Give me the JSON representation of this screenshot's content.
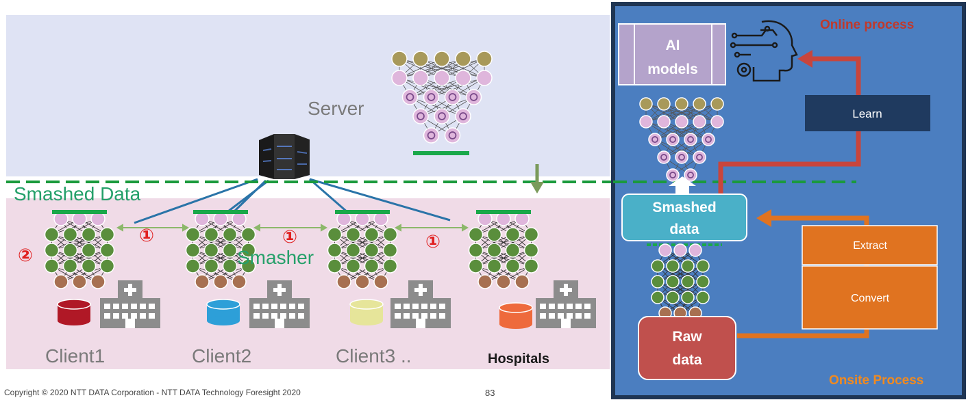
{
  "left": {
    "server_label": "Server",
    "smashed_data_label": "Smashed Data",
    "smasher_label": "Smasher",
    "clients": [
      "Client1",
      "Client2",
      "Client3 .."
    ],
    "hospitals_label": "Hospitals",
    "step1_marker": "①",
    "step2_marker": "②"
  },
  "right": {
    "online_process": "Online process",
    "onsite_process": "Onsite Process",
    "ai_models": [
      "AI",
      "models"
    ],
    "learn": "Learn",
    "smashed_data": [
      "Smashed",
      "data"
    ],
    "extract": "Extract",
    "convert": "Convert",
    "raw_data": [
      "Raw",
      "data"
    ]
  },
  "footer": {
    "copyright": "Copyright © 2020 NTT DATA Corporation - NTT DATA Technology Foresight 2020",
    "page_number": "83"
  },
  "colors": {
    "server_zone": "#dfe3f4",
    "client_zone": "#f0dbe7",
    "panel_bg": "#4b7ec0",
    "panel_border": "#1f3553",
    "dashed_line": "#1a9a3c",
    "learn_box": "#1f3a5f",
    "orange": "#e07320",
    "red_arrow": "#c8453c",
    "smashed_box": "#4ab0c8",
    "raw_box": "#c0504d",
    "ai_box": "#b4a3cb",
    "online_text": "#c0392b",
    "onsite_text": "#f08a20",
    "node_olive": "#a8995a",
    "node_pink": "#dfb6dc",
    "node_green": "#5a8e3c",
    "node_brown": "#a77051",
    "cylinders": [
      "#b01826",
      "#2d9fd8",
      "#e6e59a",
      "#ee6a3c"
    ]
  }
}
